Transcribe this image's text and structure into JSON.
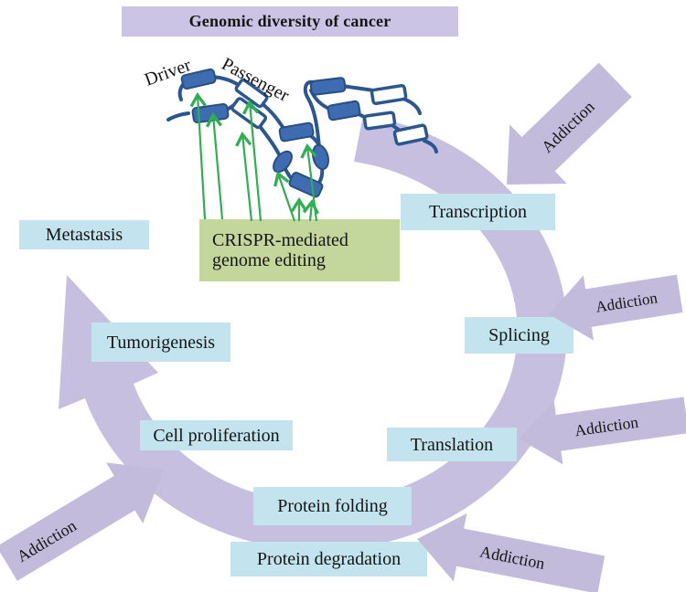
{
  "title": "Genomic diversity of cancer",
  "gene_map": {
    "driver_label": "Driver",
    "passenger_label": "Passenger",
    "crispr_line1": "CRISPR-mediated",
    "crispr_line2": "genome editing"
  },
  "stages": {
    "transcription": "Transcription",
    "splicing": "Splicing",
    "translation": "Translation",
    "protein_folding": "Protein folding",
    "protein_degradation": "Protein degradation",
    "cell_proliferation": "Cell proliferation",
    "tumorigenesis": "Tumorigenesis",
    "metastasis": "Metastasis"
  },
  "addiction_label": "Addiction",
  "colors": {
    "lavender_ring": "#c7bfdf",
    "addiction_arrow": "#c3bbdb",
    "title_box": "#ccc4e4",
    "stage_box": "#c3e4ee",
    "crispr_box": "#c3d69b",
    "gene_fill": "#3e6cb2",
    "gene_outline": "#27507f",
    "strand_line": "#2b5690",
    "green_arrow": "#2fae52",
    "text": "#151515"
  }
}
